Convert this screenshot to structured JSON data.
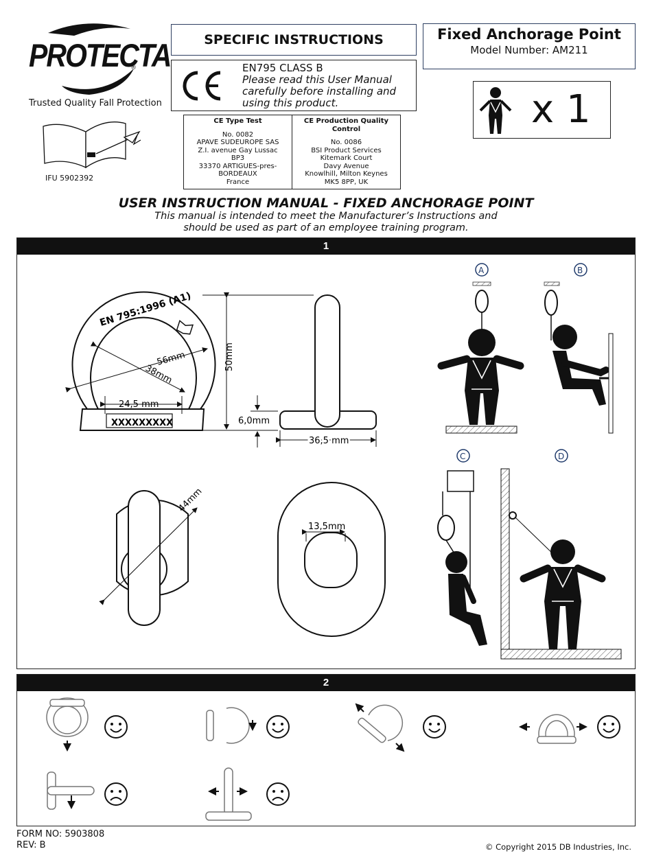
{
  "brand": {
    "name": "PROTECTA",
    "tagline": "Trusted Quality Fall Protection",
    "registered": "®"
  },
  "ifu": "IFU 5902392",
  "specific_instructions": "SPECIFIC INSTRUCTIONS",
  "ce": {
    "mark": "CE",
    "class": "EN795 CLASS B",
    "read_note": "Please read this User Manual carefully before installing and using this product."
  },
  "ce_type_test": {
    "title": "CE Type Test",
    "lines": [
      "No. 0082",
      "APAVE SUDEUROPE SAS",
      "Z.I. avenue Gay Lussac",
      "BP3",
      "33370 ARTIGUES-pres-",
      "BORDEAUX",
      "France"
    ]
  },
  "ce_quality": {
    "title": "CE Production Quality Control",
    "lines": [
      "No. 0086",
      "BSI Product Services",
      "Kitemark Court",
      "Davy Avenue",
      "Knowlhill, Milton Keynes",
      "MK5 8PP, UK"
    ]
  },
  "product": {
    "title": "Fixed Anchorage Point",
    "model": "Model Number: AM211"
  },
  "users": {
    "count_label": "x 1"
  },
  "manual": {
    "title": "USER INSTRUCTION MANUAL - FIXED ANCHORAGE POINT",
    "subtitle_line1": "This manual is intended to meet the Manufacturer’s Instructions and",
    "subtitle_line2": "should be used as part of an employee training program."
  },
  "section1": {
    "number": "1",
    "ring_marking": "EN 795:1996 (A1)",
    "serial": "XXXXXXXXX",
    "dims": {
      "outer": "56mm",
      "inner": "38mm",
      "base_width": "24,5 mm",
      "height": "50mm",
      "thickness": "6,0mm",
      "foot_width": "36,5 mm",
      "diagonal": "44mm",
      "hole": "13,5mm"
    },
    "labels": [
      "A",
      "B",
      "C",
      "D"
    ]
  },
  "section2": {
    "number": "2"
  },
  "footer": {
    "form_no": "FORM NO: 5903808",
    "rev": "REV: B",
    "copyright": "© Copyright 2015 DB Industries, Inc."
  },
  "colors": {
    "label_circle": "#1f3a6b",
    "bar": "#111111"
  }
}
